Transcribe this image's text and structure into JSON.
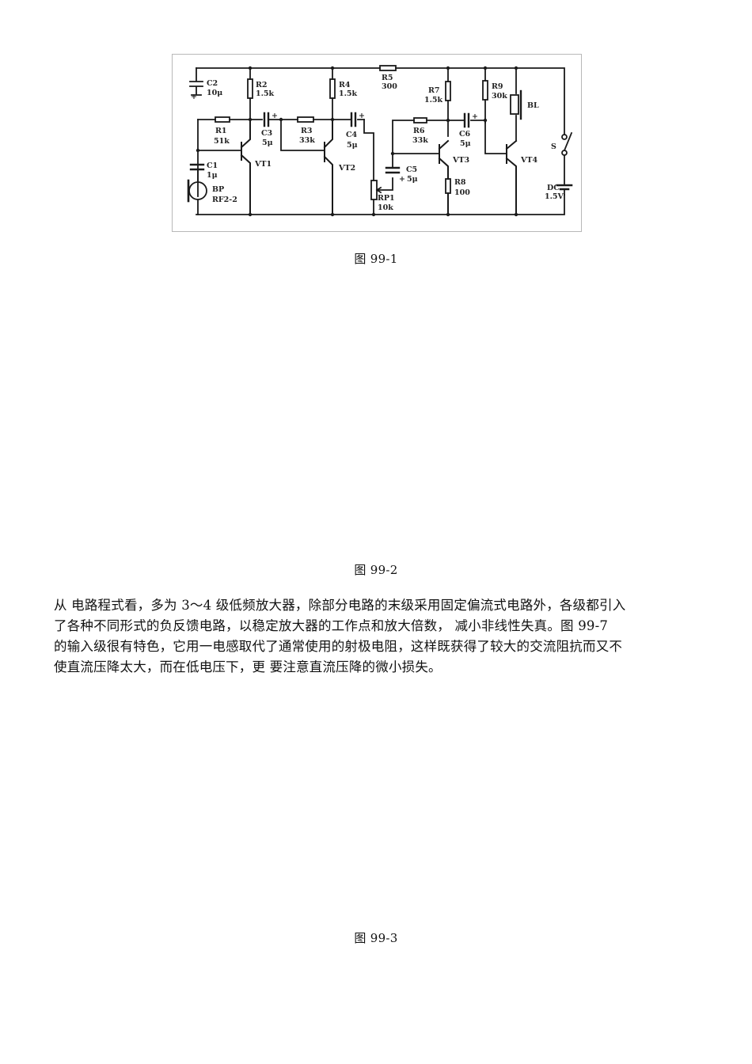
{
  "figures": [
    {
      "caption": "图 99-1",
      "circuit": {
        "components": {
          "C2": {
            "name": "C2",
            "value": "10μ"
          },
          "R2": {
            "name": "R2",
            "value": "1.5k"
          },
          "R4": {
            "name": "R4",
            "value": "1.5k"
          },
          "R5": {
            "name": "R5",
            "value": "300"
          },
          "R7": {
            "name": "R7",
            "value": "1.5k"
          },
          "R9": {
            "name": "R9",
            "value": "30k"
          },
          "BL": {
            "name": "BL"
          },
          "R1": {
            "name": "R1",
            "value": "51k"
          },
          "C3": {
            "name": "C3",
            "value": "5μ"
          },
          "R3": {
            "name": "R3",
            "value": "33k"
          },
          "C4": {
            "name": "C4",
            "value": "5μ"
          },
          "R6": {
            "name": "R6",
            "value": "33k"
          },
          "C6": {
            "name": "C6",
            "value": "5μ"
          },
          "S": {
            "name": "S"
          },
          "VT1": {
            "name": "VT1"
          },
          "VT2": {
            "name": "VT2"
          },
          "VT3": {
            "name": "VT3"
          },
          "VT4": {
            "name": "VT4"
          },
          "C1": {
            "name": "C1",
            "value": "1μ"
          },
          "C5": {
            "name": "C5",
            "value": "5μ"
          },
          "R8": {
            "name": "R8",
            "value": "100"
          },
          "BP": {
            "name": "BP",
            "value": "RF2-2"
          },
          "RP1": {
            "name": "RP1",
            "value": "10k"
          },
          "DC": {
            "name": "DC",
            "value": "1.5V"
          }
        },
        "polarity_mark": "+"
      }
    },
    {
      "caption": "图 99-2"
    },
    {
      "caption": "图 99-3"
    }
  ],
  "body_text": {
    "lines": [
      "从 电路程式看，多为 3～4 级低频放大器，除部分电路的末级采用固定偏流式电路外，各级都引入",
      "了各种不同形式的负反馈电路，以稳定放大器的工作点和放大倍数， 减小非线性失真。图 99-7",
      "的输入级很有特色，它用一电感取代了通常使用的射极电阻，这样既获得了较大的交流阻抗而又不",
      "使直流压降太大，而在低电压下，更 要注意直流压降的微小损失。"
    ]
  }
}
